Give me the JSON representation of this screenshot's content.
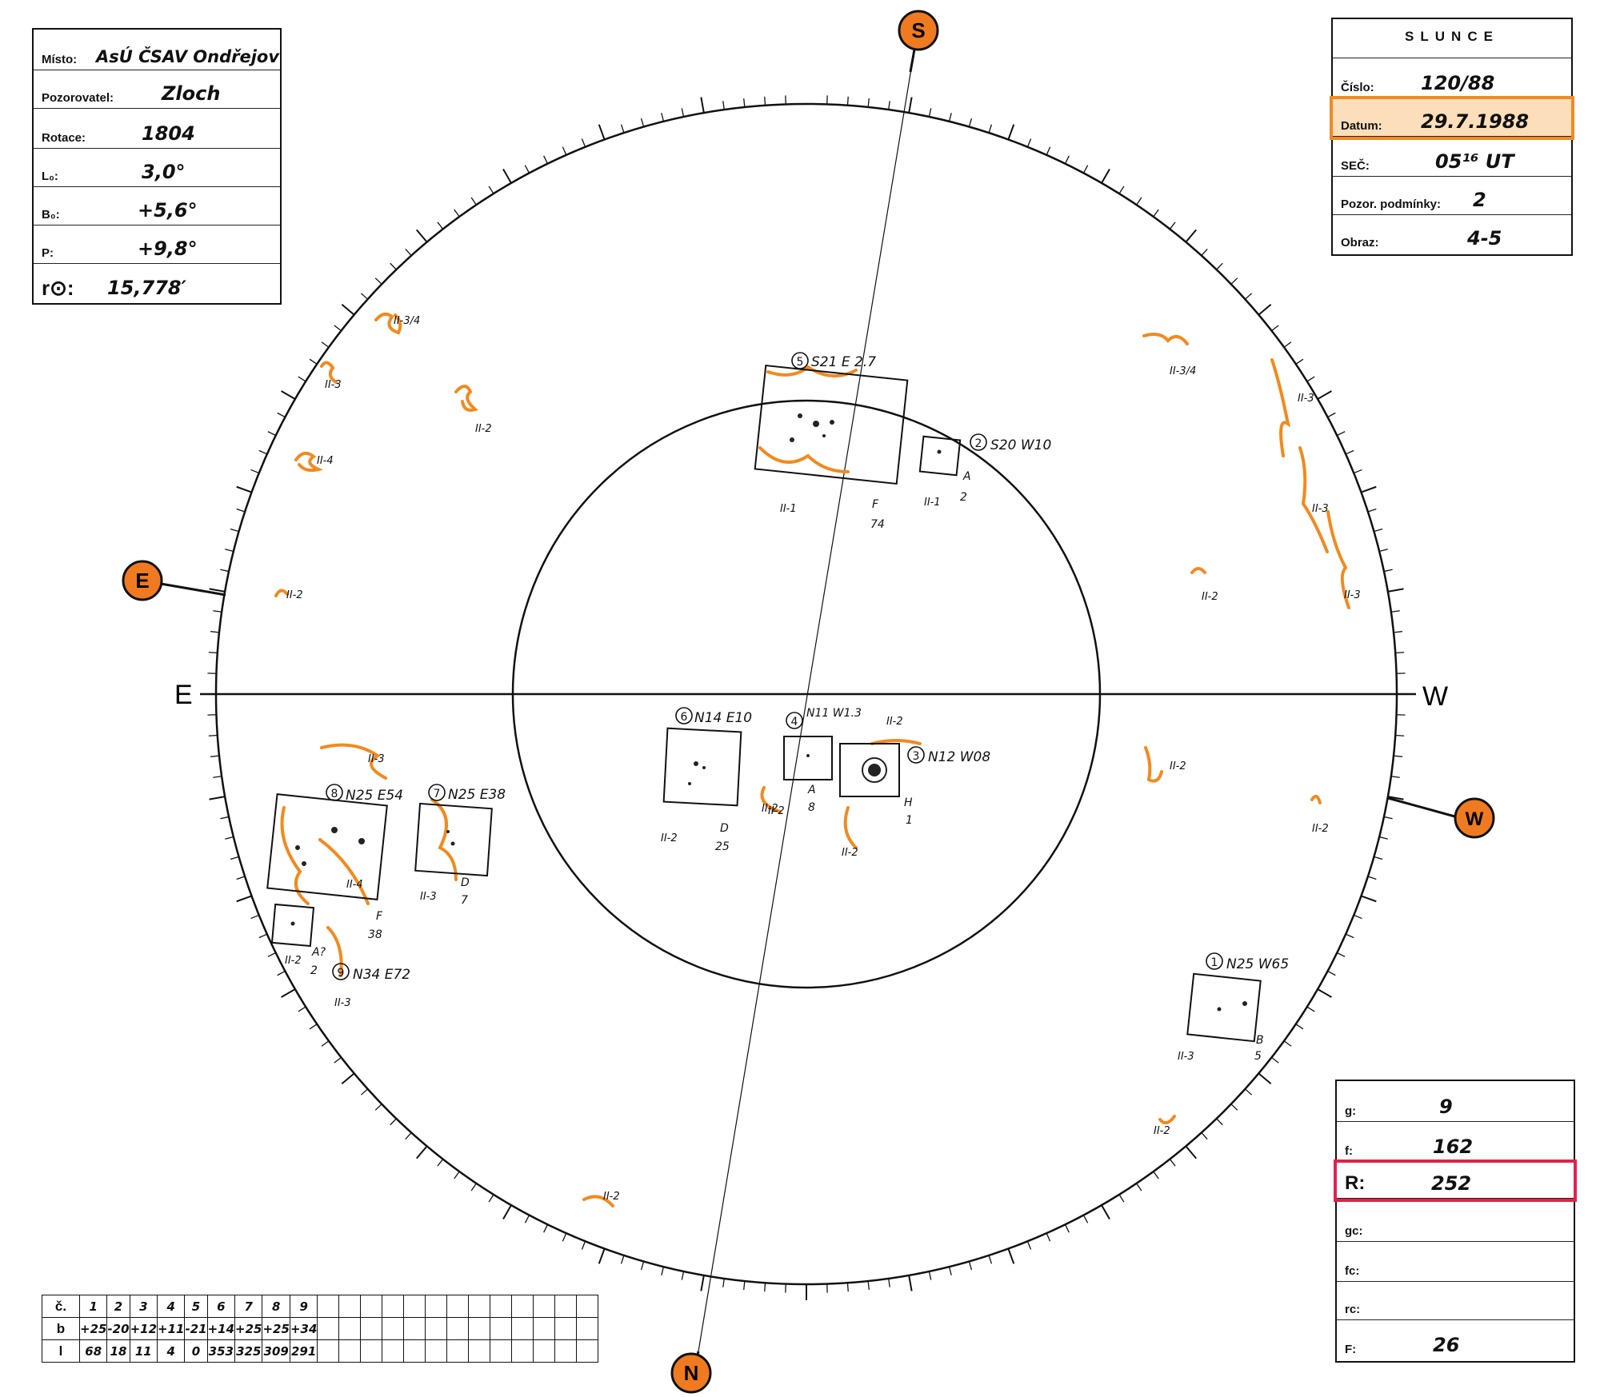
{
  "info": {
    "misto_label": "Místo:",
    "misto": "AsÚ ČSAV Ondřejov",
    "pozorovatel_label": "Pozorovatel:",
    "pozorovatel": "Zloch",
    "rotace_label": "Rotace:",
    "rotace": "1804",
    "l0_label": "L₀:",
    "l0": "3,0°",
    "b0_label": "B₀:",
    "b0": "+5,6°",
    "p_label": "P:",
    "p": "+9,8°",
    "r0_label": "r⊙:",
    "r0": "15,778′"
  },
  "slunce": {
    "title": "SLUNCE",
    "cislo_label": "Číslo:",
    "cislo": "120/88",
    "datum_label": "Datum:",
    "datum": "29.7.1988",
    "sec_label": "SEČ:",
    "sec": "05¹⁶ UT",
    "podminky_label": "Pozor. podmínky:",
    "podminky": "2",
    "obraz_label": "Obraz:",
    "obraz": "4-5"
  },
  "counts": {
    "g_label": "g:",
    "g": "9",
    "f_label": "f:",
    "f": "162",
    "r_label": "R:",
    "r": "252",
    "gc_label": "gc:",
    "fc_label": "fc:",
    "rc_label": "rc:",
    "F_label": "F:",
    "F": "26"
  },
  "compass": {
    "S": "S",
    "N": "N",
    "E_marker": "E",
    "W_marker": "W",
    "E_axis": "E",
    "W_axis": "W"
  },
  "groups": [
    {
      "num": "1",
      "pos": "N25 W65",
      "class": "B",
      "count": "5",
      "note": "II-3"
    },
    {
      "num": "2",
      "pos": "S20 W10",
      "class": "A",
      "count": "2",
      "note": "II-1"
    },
    {
      "num": "3",
      "pos": "N12 W08",
      "class": "H",
      "count": "1",
      "note": "II-2"
    },
    {
      "num": "4",
      "pos": "N11 W1.3",
      "class": "A",
      "count": "8",
      "note": "II-2"
    },
    {
      "num": "5",
      "pos": "S21 E 2.7",
      "class": "F",
      "count": "74",
      "note": "II-1"
    },
    {
      "num": "6",
      "pos": "N14 E10",
      "class": "D",
      "count": "25",
      "note": "II-2"
    },
    {
      "num": "7",
      "pos": "N25 E38",
      "class": "D",
      "count": "7",
      "note": "II-3"
    },
    {
      "num": "8",
      "pos": "N25 E54",
      "class": "F",
      "count": "38",
      "note": "II-4"
    },
    {
      "num": "9",
      "pos": "N34 E72",
      "class": "A?",
      "count": "2",
      "note": "II-2"
    }
  ],
  "faculae_notes": {
    "ul1": "II-3/4",
    "ul2": "II-3",
    "ul3": "II-2",
    "ul4": "II-4",
    "ul5": "II-2",
    "ur1": "II-3/4",
    "ur2": "II-3",
    "ur3": "II-3",
    "ur4": "II-2",
    "ur5": "II-3",
    "l1": "II-3",
    "l2": "II-2",
    "l3": "II-3",
    "r1": "II-2",
    "r2": "II-2",
    "r3": "II-2",
    "b1": "II-2",
    "c1": "II-2"
  },
  "register": {
    "row_c_label": "č.",
    "row_b_label": "b",
    "row_l_label": "l",
    "c": [
      "1",
      "2",
      "3",
      "4",
      "5",
      "6",
      "7",
      "8",
      "9"
    ],
    "b": [
      "+25",
      "-20",
      "+12",
      "+11",
      "-21",
      "+14",
      "+25",
      "+25",
      "+34"
    ],
    "l": [
      "68",
      "18",
      "11",
      "4",
      "0",
      "353",
      "325",
      "309",
      "291"
    ]
  },
  "colors": {
    "facula": "#f28a1e",
    "marker": "#f07a20",
    "highlight_orange": "#f08a24",
    "highlight_red": "#e4204a"
  }
}
